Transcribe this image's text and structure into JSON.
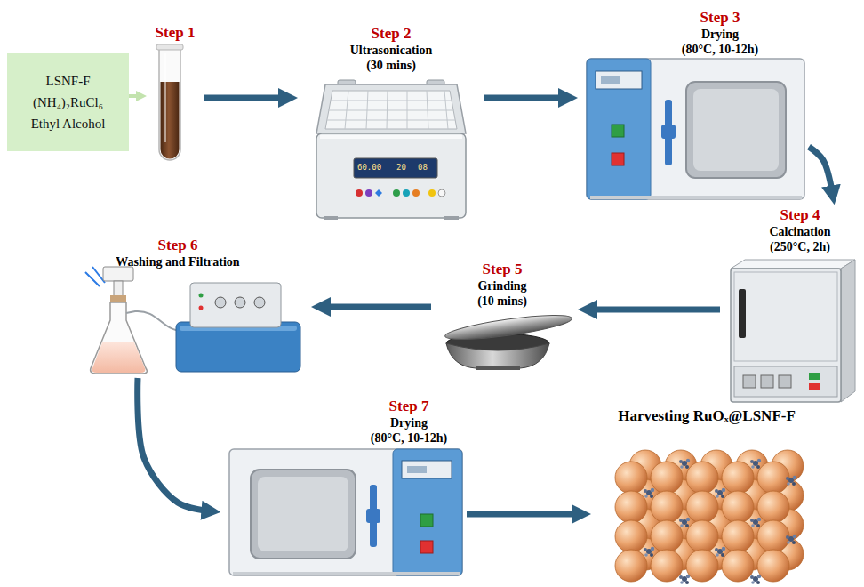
{
  "diagram": {
    "nodes": [
      {
        "text": [
          "LSNF-F",
          "(NH₄)₂RuCl₆",
          "Ethyl Alcohol"
        ]
      },
      {
        "text": [
          "Step 1"
        ]
      },
      {
        "text": [
          "Step 2",
          "Ultrasonication",
          "(30 mins)"
        ]
      },
      {
        "text": [
          "Step 3",
          "Drying",
          "(80°C, 10-12h)"
        ]
      },
      {
        "text": [
          "Step 4",
          "Calcination",
          "(250°C, 2h)"
        ]
      },
      {
        "text": [
          "Step 5",
          "Grinding",
          "(10 mins)"
        ]
      },
      {
        "text": [
          "Step 6",
          "Washing and Filtration"
        ]
      },
      {
        "text": [
          "Step 7",
          "Drying",
          "(80°C, 10-12h)"
        ]
      },
      {
        "text": [
          "Harvesting RuOₓ@LSNF-F"
        ]
      }
    ],
    "edges": [
      {
        "from": 0,
        "to": 1,
        "arrow": "to"
      },
      {
        "from": 1,
        "to": 2,
        "arrow": "to"
      },
      {
        "from": 2,
        "to": 3,
        "arrow": "to"
      },
      {
        "from": 3,
        "to": 4,
        "arrow": "to"
      },
      {
        "from": 4,
        "to": 5,
        "arrow": "to"
      },
      {
        "from": 5,
        "to": 6,
        "arrow": "to"
      },
      {
        "from": 6,
        "to": 7,
        "arrow": "to"
      },
      {
        "from": 7,
        "to": 8,
        "arrow": "to"
      }
    ],
    "labels": [
      "60.00",
      "20",
      "08"
    ]
  }
}
